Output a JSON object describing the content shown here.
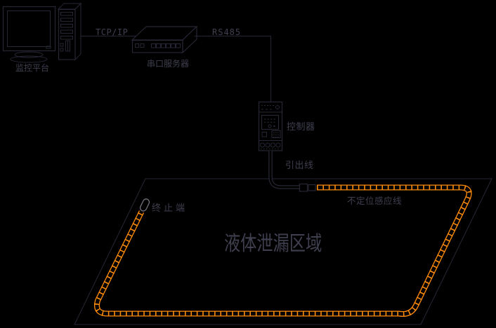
{
  "colors": {
    "background": "#000000",
    "line": "#262634",
    "text": "#3f3f50",
    "cable_orange": "#ff8c0a",
    "cap_gray": "#73737f"
  },
  "labels": {
    "monitoring_platform": "监控平台",
    "serial_server": "串口服务器",
    "tcp_ip": "TCP/IP",
    "rs485": "RS485",
    "controller": "控制器",
    "lead_out_line": "引出线",
    "sensing_cable": "不定位感应线",
    "termination_end": "终止端",
    "leak_area": "液体泄漏区域"
  }
}
